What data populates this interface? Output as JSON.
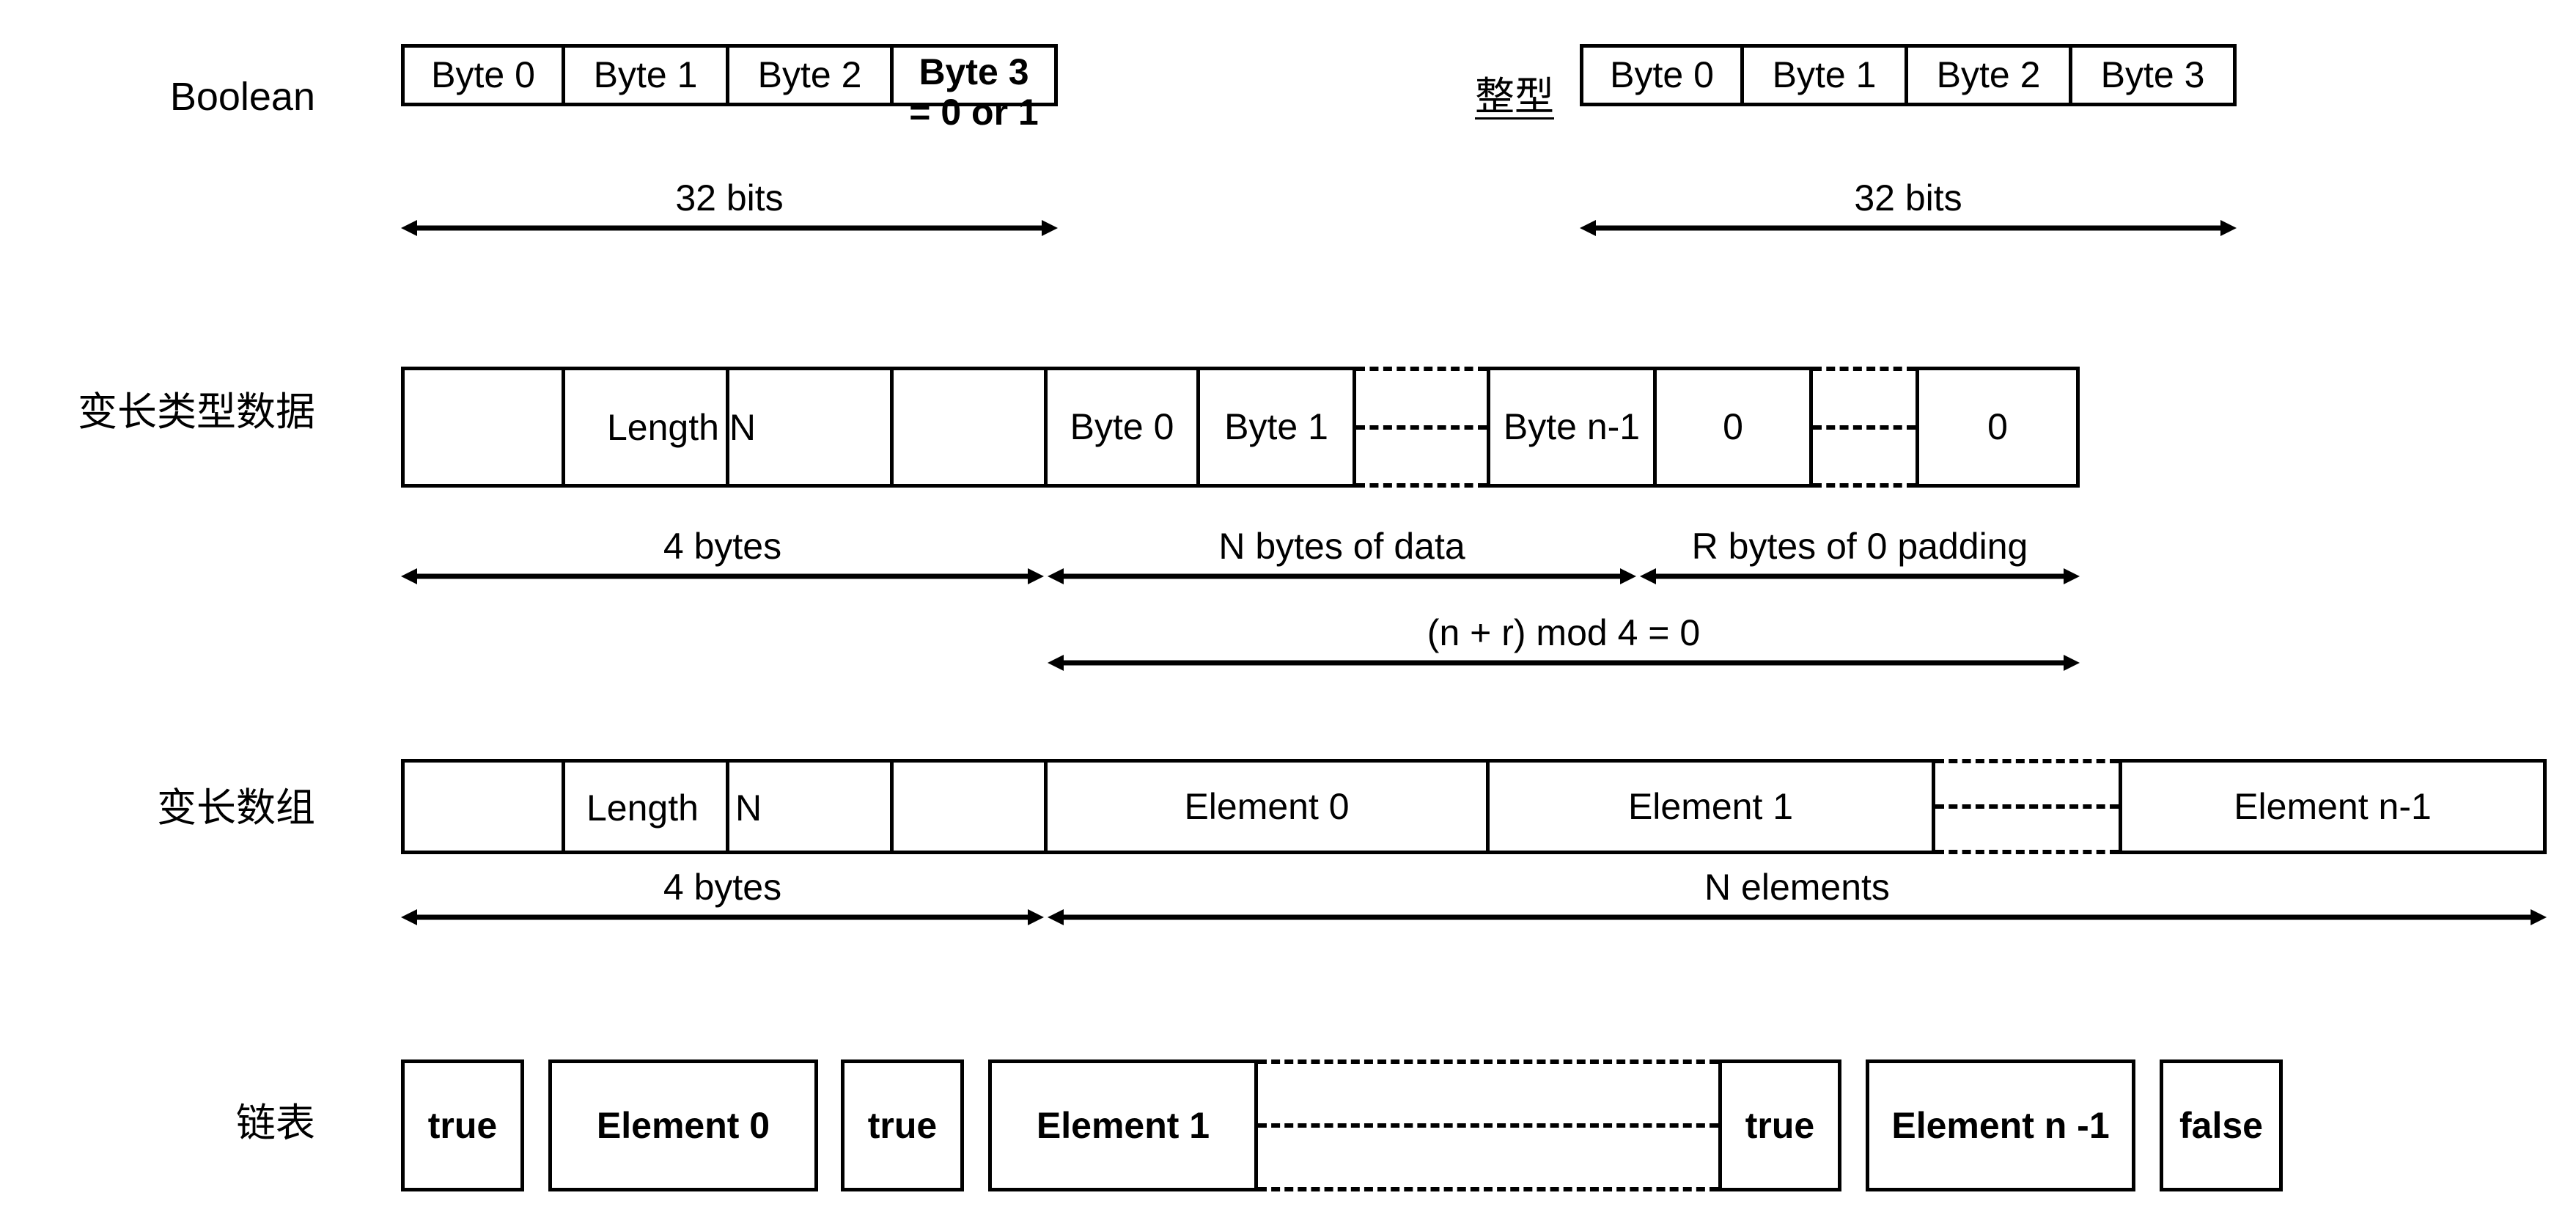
{
  "diagram": {
    "title": "XDR data type encoding layout",
    "stroke_color": "#000000",
    "background_color": "#ffffff",
    "rows": [
      {
        "id": "boolean",
        "label": "Boolean",
        "label_underlined": false,
        "cells": [
          "Byte 0",
          "Byte 1",
          "Byte 2",
          "Byte 3\n= 0 or 1"
        ],
        "measures": [
          {
            "label": "32 bits"
          }
        ]
      },
      {
        "id": "integer",
        "label": "整型",
        "label_underlined": true,
        "cells": [
          "Byte 0",
          "Byte 1",
          "Byte 2",
          "Byte 3"
        ],
        "measures": [
          {
            "label": "32 bits"
          }
        ]
      },
      {
        "id": "variable-length-data",
        "label": "变长类型数据",
        "label_underlined": false,
        "cells": [
          "",
          "",
          "",
          "Byte 0",
          "Byte 1",
          "Byte n-1",
          "0",
          "0"
        ],
        "span_text": "Length N",
        "measures": [
          {
            "label": "4 bytes"
          },
          {
            "label": "N bytes of data"
          },
          {
            "label": "R bytes of 0 padding"
          },
          {
            "label": "(n + r) mod 4 = 0"
          }
        ]
      },
      {
        "id": "variable-length-array",
        "label": "变长数组",
        "label_underlined": false,
        "cells": [
          "",
          "",
          "",
          "Element 0",
          "Element 1",
          "Element n-1"
        ],
        "span_text": "Length N",
        "measures": [
          {
            "label": "4 bytes"
          },
          {
            "label": "N elements"
          }
        ]
      },
      {
        "id": "linked-list",
        "label": "链表",
        "label_underlined": false,
        "cells": [
          "true",
          "Element 0",
          "true",
          "Element 1",
          "true",
          "Element n -1",
          "false"
        ],
        "measures": []
      }
    ]
  },
  "labels": {
    "boolean": "Boolean",
    "integer": "整型",
    "varlen_data": "变长类型数据",
    "varlen_array": "变长数组",
    "linked_list": "链表"
  },
  "row1": {
    "left": {
      "c0": "Byte 0",
      "c1": "Byte 1",
      "c2": "Byte 2",
      "c3_line1": "Byte 3",
      "c3_line2": "= 0 or 1",
      "measure": "32 bits"
    },
    "right": {
      "c0": "Byte 0",
      "c1": "Byte 1",
      "c2": "Byte 2",
      "c3": "Byte 3",
      "measure": "32 bits"
    }
  },
  "row2": {
    "length_text": "Length N",
    "c_byte0": "Byte 0",
    "c_byte1": "Byte 1",
    "c_byte_n1": "Byte n-1",
    "c_zero_a": "0",
    "c_zero_b": "0",
    "m_4bytes": "4 bytes",
    "m_ndata": "N bytes of data",
    "m_padding": "R bytes of 0 padding",
    "m_mod": "(n + r) mod 4 = 0"
  },
  "row3": {
    "length_word": "Length",
    "n_word": "N",
    "c_elem0": "Element 0",
    "c_elem1": "Element 1",
    "c_elem_n1": "Element n-1",
    "m_4bytes": "4 bytes",
    "m_nelements": "N elements"
  },
  "row4": {
    "t0": "true",
    "e0": "Element 0",
    "t1": "true",
    "e1": "Element 1",
    "t2": "true",
    "e2": "Element n -1",
    "f0": "false"
  }
}
